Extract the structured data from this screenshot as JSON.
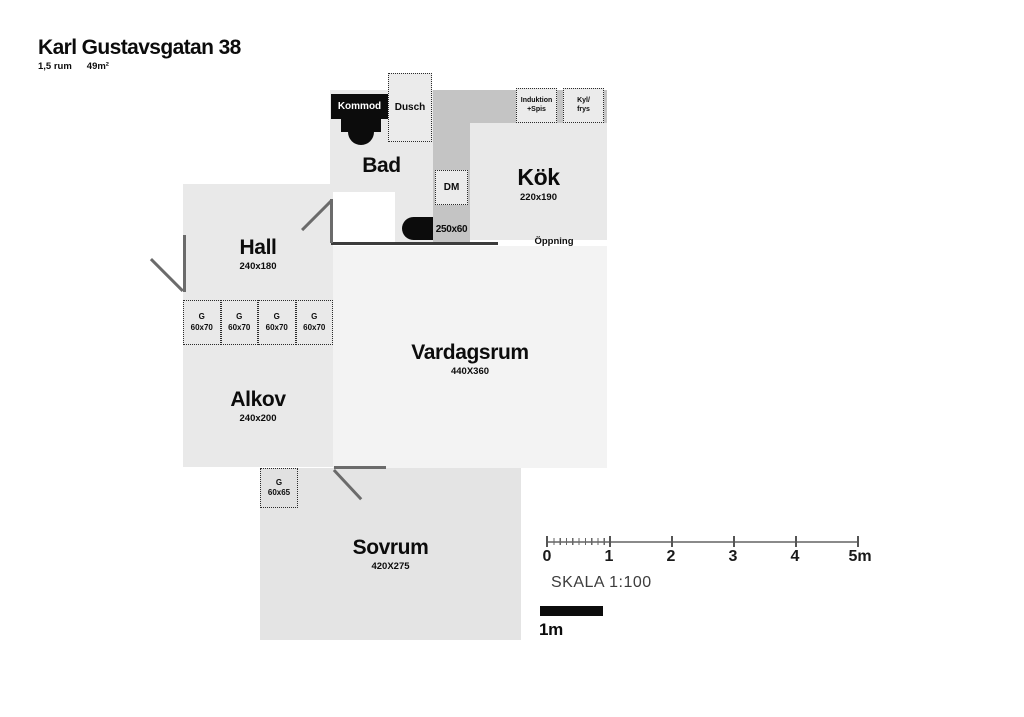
{
  "header": {
    "title": "Karl Gustavsgatan 38",
    "room_count": "1,5 rum",
    "area": "49m²"
  },
  "rooms": {
    "bad": {
      "name": "Bad"
    },
    "kok": {
      "name": "Kök",
      "dims": "220x190"
    },
    "hall": {
      "name": "Hall",
      "dims": "240x180"
    },
    "alkov": {
      "name": "Alkov",
      "dims": "240x200"
    },
    "vardagsrum": {
      "name": "Vardagsrum",
      "dims": "440X360"
    },
    "sovrum": {
      "name": "Sovrum",
      "dims": "420X275"
    }
  },
  "fixtures": {
    "kommod": {
      "label": "Kommod"
    },
    "dusch": {
      "label": "Dusch"
    },
    "dm": {
      "label": "DM"
    },
    "counter": {
      "dims": "250x60"
    },
    "stove": {
      "line1": "Induktion",
      "line2": "+Spis"
    },
    "fridge": {
      "line1": "Kyl/",
      "line2": "frys"
    },
    "opening": {
      "label": "Öppning"
    }
  },
  "wardrobes": {
    "row": [
      {
        "label": "G",
        "dims": "60x70"
      },
      {
        "label": "G",
        "dims": "60x70"
      },
      {
        "label": "G",
        "dims": "60x70"
      },
      {
        "label": "G",
        "dims": "60x70"
      }
    ],
    "single": {
      "label": "G",
      "dims": "60x65"
    }
  },
  "scale": {
    "ticks": [
      "0",
      "1",
      "2",
      "3",
      "4",
      "5m"
    ],
    "label": "SKALA 1:100",
    "bar_label": "1m"
  },
  "colors": {
    "room_fill": "#e9e9e9",
    "living_room_fill": "#f3f3f3",
    "bedroom_fill": "#e4e4e4",
    "counter_fill": "#c4c4c4",
    "fixture_black": "#0c0c0c",
    "door_line": "#6b6b6b",
    "wall_line": "#3c3c3c"
  }
}
